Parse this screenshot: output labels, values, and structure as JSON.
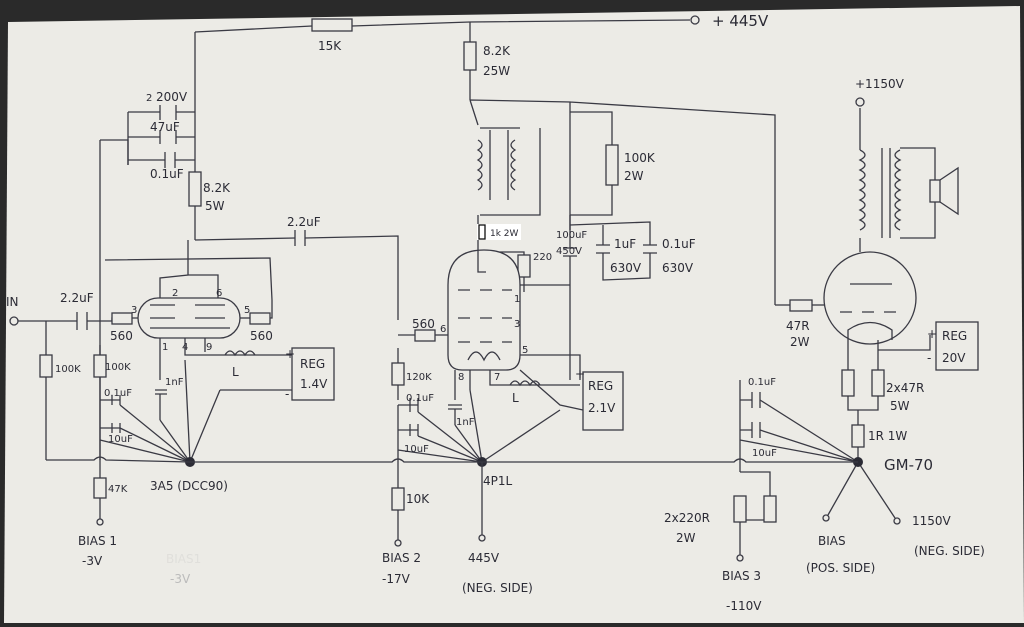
{
  "labels": {
    "supply_445": "+ 445V",
    "supply_1150": "+1150V",
    "r_15k": "15K",
    "r_82k_25w": "8.2K",
    "r_82k_25w_b": "25W",
    "zener": "200V",
    "zener_prefix": "2",
    "cap_47uf": "47uF",
    "cap_01uf_top": "0.1uF",
    "r_82k_5w": "8.2K",
    "r_82k_5w_b": "5W",
    "cap_22uf_mid": "2.2uF",
    "r_100k_2w": "100K",
    "r_100k_2w_b": "2W",
    "label_1k2w": "1k 2W",
    "cap_100uf": "100uF",
    "cap_100uf_b": "450V",
    "cap_1uf": "1uF",
    "cap_1uf_b": "630V",
    "cap_01uf_630": "0.1uF",
    "cap_01uf_630_b": "630V",
    "r_220": "220",
    "in_label": "IN",
    "cap_22uf_in": "2.2uF",
    "r_560_left": "560",
    "r_560_right": "560",
    "r_100k_in": "100K",
    "r_100k_b1": "100K",
    "cap_01uf_b1": "0.1uF",
    "cap_10uf_b1": "10uF",
    "r_47k": "47K",
    "bias1": "BIAS 1",
    "bias1_v": "-3V",
    "ghost1": "BIAS1",
    "ghost1_v": "-3V",
    "tube1": "3A5 (DCC90)",
    "cap_1nf_left": "1nF",
    "reg_14": "REG",
    "reg_14_v": "1.4V",
    "inductor_left": "L",
    "r_560_g2": "560",
    "r_120k": "120K",
    "cap_01uf_b2": "0.1uF",
    "cap_10uf_b2": "10uF",
    "cap_1nf_mid": "1nF",
    "r_10k": "10K",
    "bias2": "BIAS 2",
    "bias2_v": "-17V",
    "v445_neg": "445V",
    "v445_neg_b": "(NEG. SIDE)",
    "tube2": "4P1L",
    "reg_21": "REG",
    "reg_21_v": "2.1V",
    "inductor_mid": "L",
    "r_47r": "47R",
    "r_47r_b": "2W",
    "reg_20": "REG",
    "reg_20_v": "20V",
    "r_2x47r": "2x47R",
    "r_2x47r_b": "5W",
    "r_1r": "1R 1W",
    "cap_01uf_b3": "0.1uF",
    "cap_10uf_b3": "10uF",
    "r_2x220r": "2x220R",
    "r_2x220r_b": "2W",
    "bias3": "BIAS 3",
    "bias3_v": "-110V",
    "tube3": "GM-70",
    "bias_pos": "BIAS",
    "bias_pos_b": "(POS. SIDE)",
    "v1150_neg": "1150V",
    "v1150_neg_b": "(NEG. SIDE)",
    "pin_1": "1",
    "pin_2": "2",
    "pin_3": "3",
    "pin_4": "4",
    "pin_5": "5",
    "pin_6": "6",
    "pin_7": "7",
    "pin_8": "8",
    "pin_9": "9",
    "pin_l3": "3",
    "pin_l2": "2",
    "pin_l6": "6",
    "pin_l5": "5",
    "pin_l1": "1",
    "pin_l4": "4",
    "pin_l9": "9",
    "pin_plus": "+",
    "pin_minus": "-"
  }
}
